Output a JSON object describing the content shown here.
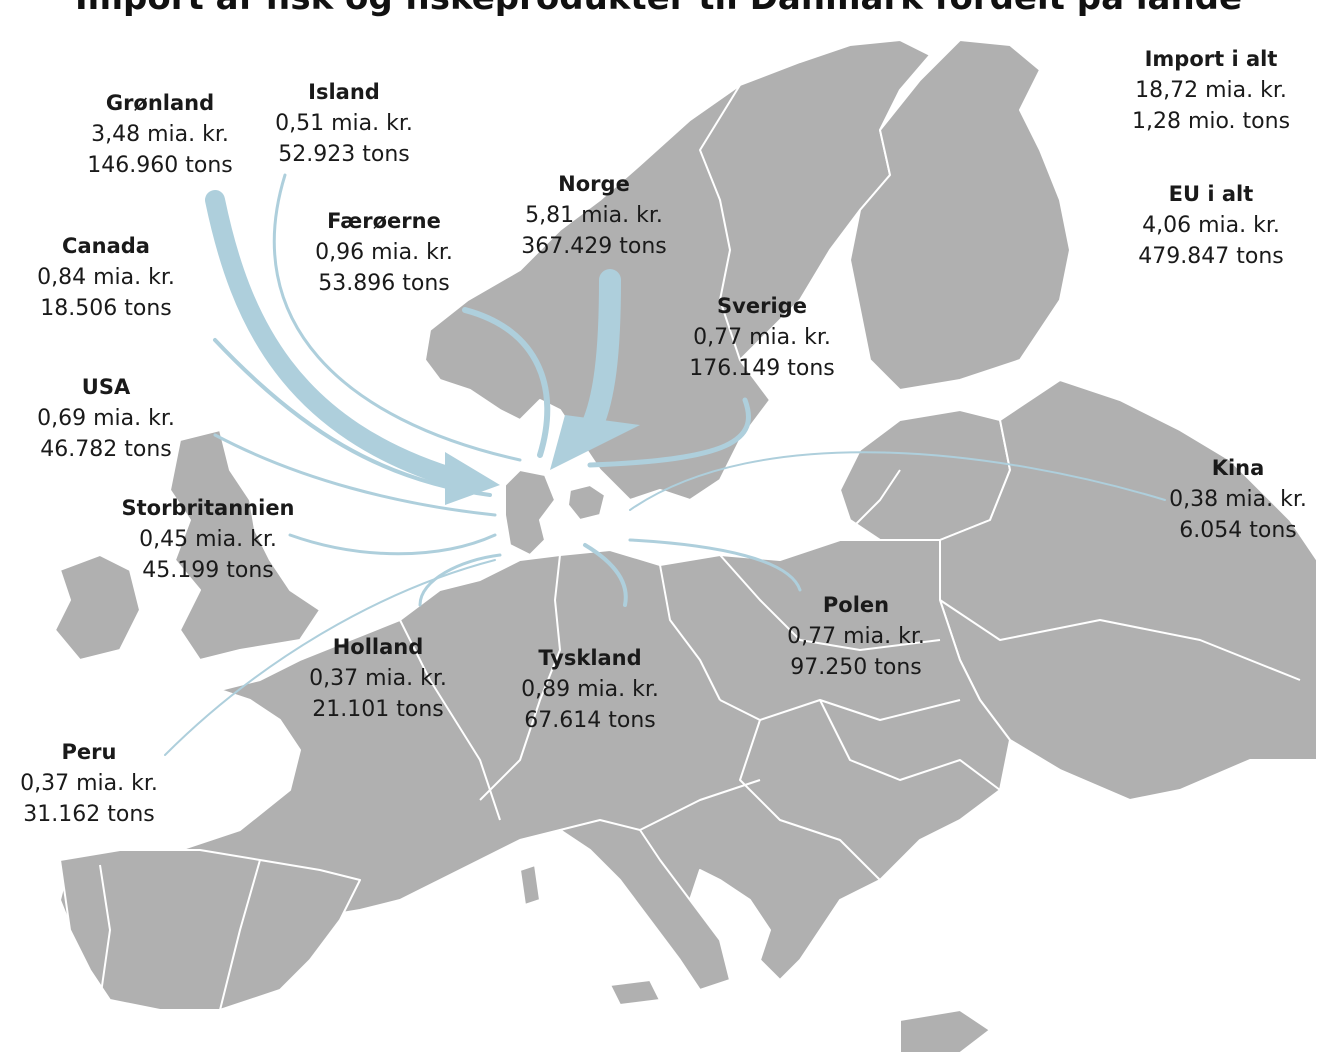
{
  "title": "Import af fisk og fiskeprodukter til Danmark fordelt på lande",
  "colors": {
    "land": "#b0b0b0",
    "border": "#ffffff",
    "arrow": "#aecfdc",
    "text": "#1a1a1a"
  },
  "totals": [
    {
      "name": "Import i alt",
      "value": "18,72 mia. kr.",
      "volume": "1,28 mio. tons"
    },
    {
      "name": "EU i alt",
      "value": "4,06 mia. kr.",
      "volume": "479.847 tons"
    }
  ],
  "countries": [
    {
      "id": "gronland",
      "name": "Grønland",
      "value": "3,48 mia. kr.",
      "volume": "146.960 tons"
    },
    {
      "id": "island",
      "name": "Island",
      "value": "0,51 mia. kr.",
      "volume": "52.923 tons"
    },
    {
      "id": "faeroerne",
      "name": "Færøerne",
      "value": "0,96 mia. kr.",
      "volume": "53.896 tons"
    },
    {
      "id": "norge",
      "name": "Norge",
      "value": "5,81 mia. kr.",
      "volume": "367.429 tons"
    },
    {
      "id": "sverige",
      "name": "Sverige",
      "value": "0,77 mia. kr.",
      "volume": "176.149 tons"
    },
    {
      "id": "canada",
      "name": "Canada",
      "value": "0,84 mia. kr.",
      "volume": "18.506 tons"
    },
    {
      "id": "usa",
      "name": "USA",
      "value": "0,69 mia. kr.",
      "volume": "46.782 tons"
    },
    {
      "id": "storbritannien",
      "name": "Storbritannien",
      "value": "0,45 mia. kr.",
      "volume": "45.199 tons"
    },
    {
      "id": "kina",
      "name": "Kina",
      "value": "0,38 mia. kr.",
      "volume": "6.054 tons"
    },
    {
      "id": "polen",
      "name": "Polen",
      "value": "0,77 mia. kr.",
      "volume": "97.250 tons"
    },
    {
      "id": "holland",
      "name": "Holland",
      "value": "0,37 mia. kr.",
      "volume": "21.101 tons"
    },
    {
      "id": "tyskland",
      "name": "Tyskland",
      "value": "0,89 mia. kr.",
      "volume": "67.614 tons"
    },
    {
      "id": "peru",
      "name": "Peru",
      "value": "0,37 mia. kr.",
      "volume": "31.162 tons"
    }
  ]
}
